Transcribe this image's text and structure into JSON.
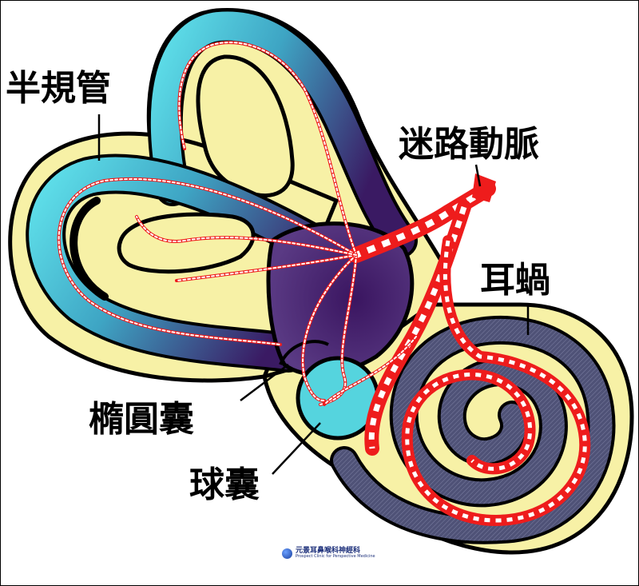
{
  "labels": {
    "semicircular_canals": "半規管",
    "labyrinthine_artery": "迷路動脈",
    "cochlea": "耳蝸",
    "utricle": "橢圓囊",
    "saccule": "球囊"
  },
  "watermark": {
    "main": "元景耳鼻喉科神經科",
    "sub": "Prospect Clinic for Perspective Medicine"
  },
  "colors": {
    "bone": "#f7f1a6",
    "outline": "#000000",
    "canal_light": "#5ad3e0",
    "vestibule_dark": "#4a2270",
    "cochlea_gray": "#4d4f73",
    "artery": "#ee1c1c",
    "artery_dash": "#ffffff"
  }
}
